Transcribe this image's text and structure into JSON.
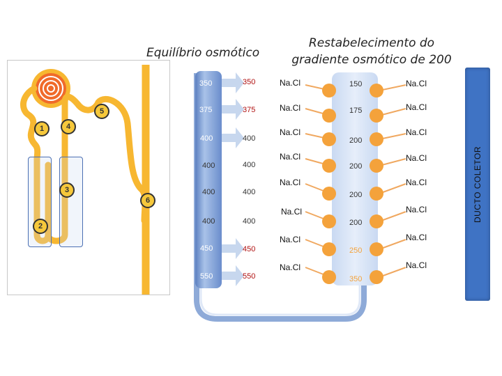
{
  "titles": {
    "left": "Equilíbrio osmótico",
    "right": "Restabelecimento do gradiente osmótico de 200"
  },
  "nephron_markers": [
    "1",
    "2",
    "3",
    "4",
    "5",
    "6"
  ],
  "left_column_values": [
    "350",
    "375",
    "400",
    "400",
    "400",
    "400",
    "450",
    "550"
  ],
  "middle_column_values": [
    "350",
    "375",
    "400",
    "400",
    "400",
    "400",
    "450",
    "550"
  ],
  "inner_column_values": [
    "150",
    "175",
    "200",
    "200",
    "200",
    "200",
    "250",
    "350"
  ],
  "nacl_label": "Na.Cl",
  "collecting_duct_label": "DUCTO COLETOR",
  "colors": {
    "tubule": "#f7b731",
    "loop": "#b9cdea",
    "collector": "#3f73c4",
    "ball": "#f4a23b",
    "red_text": "#b01010",
    "white_text": "#ffffff"
  }
}
